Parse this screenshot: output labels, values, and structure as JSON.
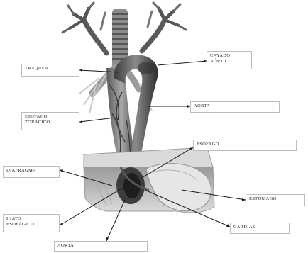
{
  "labels": {
    "traquea": "TRAQUEA",
    "cayado_aortico": "CAYADO\nAÓRTICO",
    "aorta_upper": "AORTA",
    "esofago_toracico": "ESOFAGO\nTORACICO",
    "esofago": "ESOFAGO",
    "diafragma": "DIAFRAGMA",
    "estomago": "ESTÓMAGO",
    "hiato_esofagico": "HIATO\nESOFÁGICO",
    "cardias": "CARDIAS",
    "aorta_lower": "AORTA"
  }
}
